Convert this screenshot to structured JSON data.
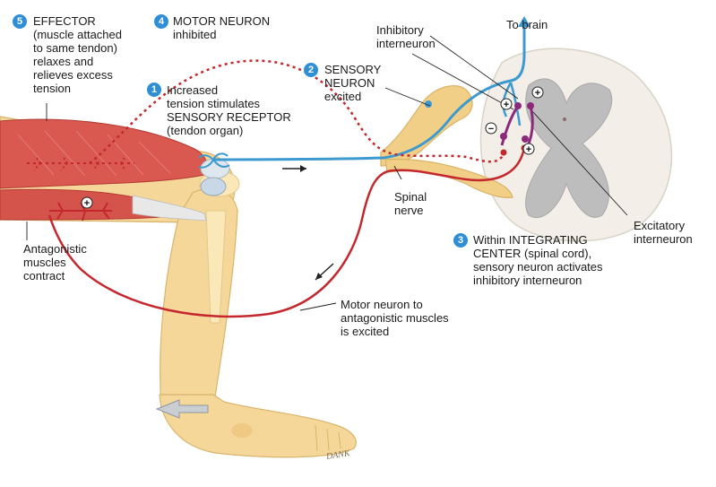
{
  "colors": {
    "sensory": "#3d9ad1",
    "motor": "#c4282e",
    "interneuron": "#8b2a7a",
    "muscle": "#d9584f",
    "skin": "#f6d79a",
    "spinal_gray": "#bdbdbd",
    "spinal_white": "#f3eee8",
    "step_badge": "#2f8fd6"
  },
  "steps": [
    {
      "number": "5",
      "lines": "EFFECTOR\n(muscle attached\nto same tendon)\nrelaxes and\nrelieves excess\ntension"
    },
    {
      "number": "4",
      "lines": "MOTOR NEURON\ninhibited"
    },
    {
      "number": "1",
      "lines": "Increased\ntension stimulates\nSENSORY RECEPTOR\n(tendon organ)"
    },
    {
      "number": "2",
      "lines": "SENSORY\nNEURON\nexcited"
    },
    {
      "number": "3",
      "lines": "Within INTEGRATING\nCENTER (spinal cord),\nsensory neuron activates\ninhibitory interneuron"
    }
  ],
  "labels": {
    "to_brain": "To brain",
    "inhibitory_interneuron": "Inhibitory\ninterneuron",
    "excitatory_interneuron": "Excitatory\ninterneuron",
    "spinal_nerve": "Spinal\nnerve",
    "antagonistic_muscles": "Antagonistic\nmuscles\ncontract",
    "motor_to_antagonistic": "Motor neuron to\nantagonistic muscles\nis excited"
  },
  "signs": {
    "plus": "+",
    "minus": "−"
  },
  "signature": "DANK"
}
